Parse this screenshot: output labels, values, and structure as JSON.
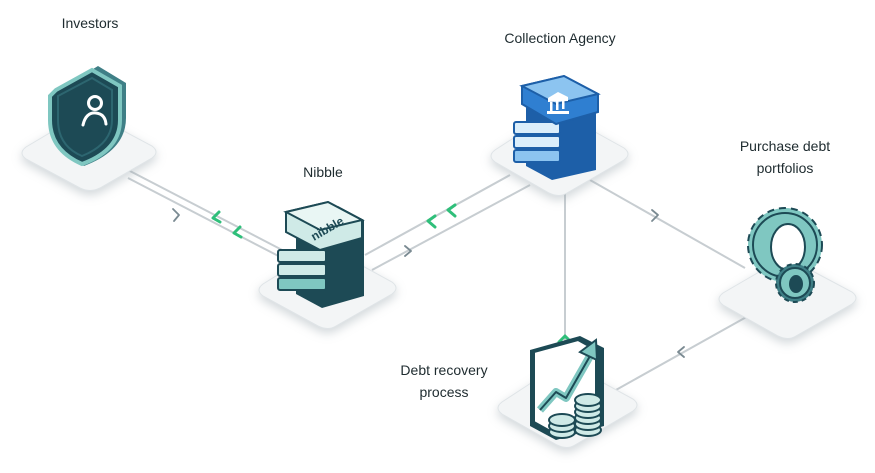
{
  "nodes": {
    "investors": {
      "label": "Investors",
      "icon": "shield-user-icon"
    },
    "nibble": {
      "label": "Nibble",
      "icon": "server-stack-icon",
      "logo_text": "nibble"
    },
    "collection_agency": {
      "label": "Collection Agency",
      "icon": "bank-server-icon"
    },
    "purchase": {
      "label_line1": "Purchase debt",
      "label_line2": "portfolios",
      "icon": "gears-icon"
    },
    "debt_recovery": {
      "label_line1": "Debt recovery",
      "label_line2": "process",
      "icon": "growth-chart-coins-icon"
    }
  },
  "colors": {
    "dark_teal": "#1d4a55",
    "mid_teal": "#3f7f86",
    "light_teal": "#7fc7c1",
    "pale_teal": "#cfeae7",
    "blue": "#2f7fd1",
    "light_blue": "#8cc4f0",
    "arrow_green": "#2fbf7a",
    "line_gray": "#c7cdd1"
  }
}
